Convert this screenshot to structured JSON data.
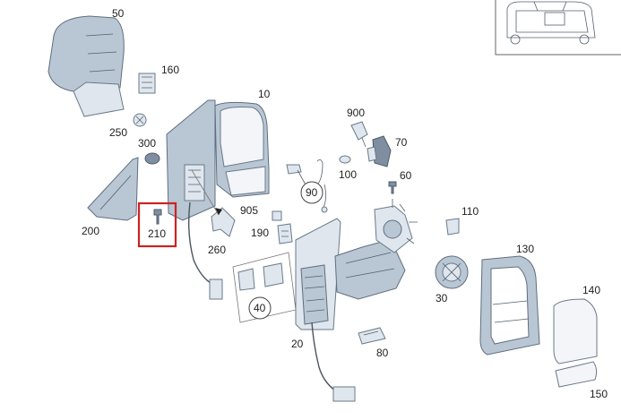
{
  "parts": [
    {
      "id": "p50",
      "label": "50"
    },
    {
      "id": "p160",
      "label": "160"
    },
    {
      "id": "p250",
      "label": "250"
    },
    {
      "id": "p300",
      "label": "300"
    },
    {
      "id": "p10",
      "label": "10"
    },
    {
      "id": "p200",
      "label": "200"
    },
    {
      "id": "p210",
      "label": "210",
      "highlighted": true
    },
    {
      "id": "p260",
      "label": "260"
    },
    {
      "id": "p900",
      "label": "900"
    },
    {
      "id": "p70",
      "label": "70"
    },
    {
      "id": "p100",
      "label": "100"
    },
    {
      "id": "p90",
      "label": "90"
    },
    {
      "id": "p60",
      "label": "60"
    },
    {
      "id": "p905",
      "label": "905"
    },
    {
      "id": "p190",
      "label": "190"
    },
    {
      "id": "p110",
      "label": "110"
    },
    {
      "id": "p130",
      "label": "130"
    },
    {
      "id": "p140",
      "label": "140"
    },
    {
      "id": "p40",
      "label": "40"
    },
    {
      "id": "p20",
      "label": "20"
    },
    {
      "id": "p30",
      "label": "30"
    },
    {
      "id": "p80",
      "label": "80"
    },
    {
      "id": "p150",
      "label": "150"
    }
  ],
  "colors": {
    "highlight": "#cc2222",
    "part_body": "#b9c6d3",
    "line": "#5f6f80"
  }
}
